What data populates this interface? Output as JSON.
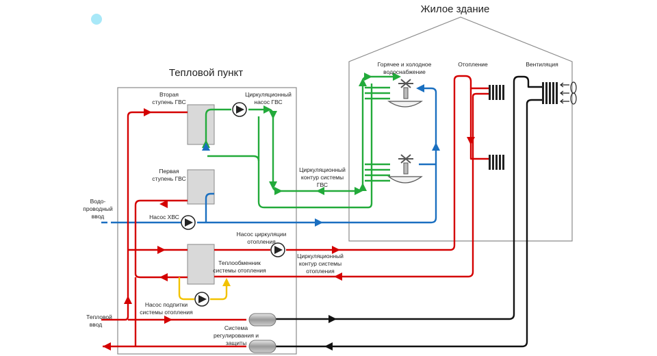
{
  "titles": {
    "building": "Жилое здание",
    "substation": "Тепловой пункт"
  },
  "labels": {
    "hw_stage2": [
      "Вторая",
      "ступень ГВС"
    ],
    "hw_circ_pump": [
      "Циркуляционный",
      "насос ГВС"
    ],
    "hw_stage1": [
      "Первая",
      "ступень ГВС"
    ],
    "water_inlet": [
      "Водо-",
      "проводный",
      "ввод"
    ],
    "cold_water_pump": [
      "Насос ХВС"
    ],
    "hw_circuit": [
      "Циркуляционный",
      "контур системы",
      "ГВС"
    ],
    "heating_circ_pump": [
      "Насос циркуляции",
      "отопления"
    ],
    "heat_exchanger": [
      "Теплообменник",
      "системы отопления"
    ],
    "heating_circuit": [
      "Циркуляционный",
      "контур системы",
      "отопления"
    ],
    "makeup_pump": [
      "Насос подпитки",
      "системы отопления"
    ],
    "heat_inlet": [
      "Тепловой",
      "ввод"
    ],
    "control_system": [
      "Система",
      "регулирования и",
      "защиты"
    ],
    "water_supply": [
      "Горячее и холодное",
      "водоснабжение"
    ],
    "heating": [
      "Отопление"
    ],
    "ventilation": [
      "Вентиляция"
    ]
  },
  "colors": {
    "hot": "#d40000",
    "cold": "#1a6fc0",
    "hw_circuit": "#22aa3a",
    "makeup": "#f2c200",
    "control": "#111111",
    "frame": "#8a8a8a",
    "exchanger": "#d9d9d9",
    "decor_dot": "#a8e8f8"
  },
  "icons": {
    "pump": "pump-icon",
    "radiator": "radiator-icon",
    "faucet": "faucet-icon",
    "fan": "fan-icon"
  }
}
